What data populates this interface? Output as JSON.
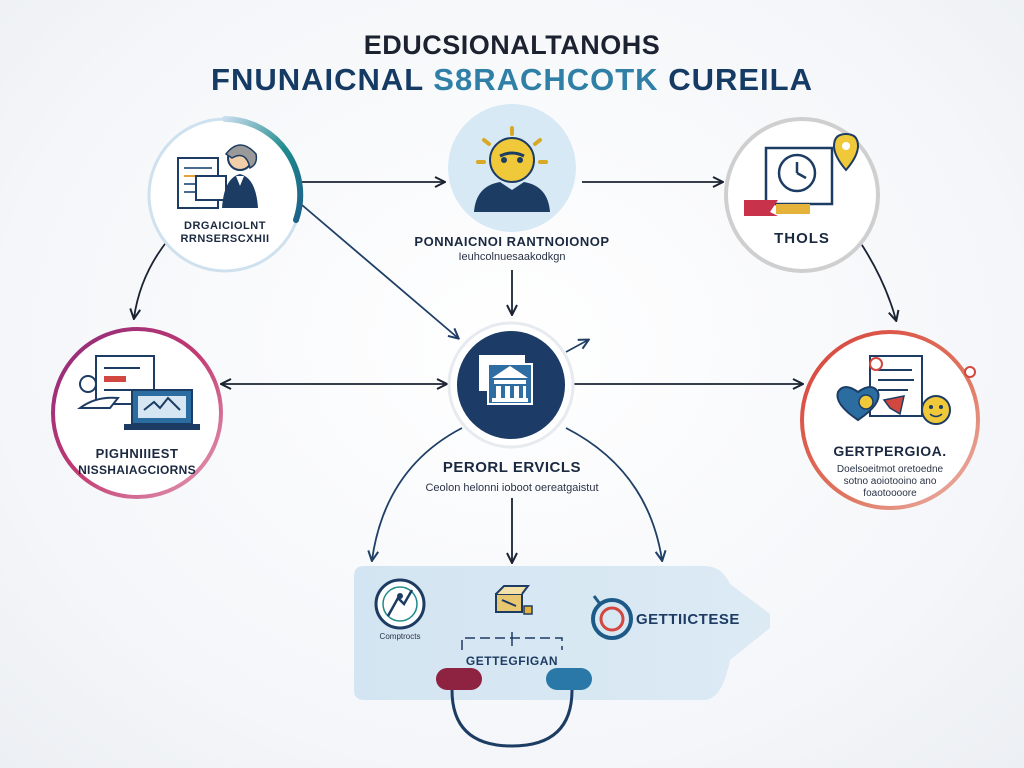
{
  "title": {
    "line1": "EDUCSIONALTANOHS",
    "line2_part1": "FNUNAICNAL ",
    "line2_part2": "S8RACHCOTK",
    "line2_part3": " CUREILA"
  },
  "colors": {
    "navy": "#163a66",
    "teal": "#1d8a8a",
    "magenta": "#b4367a",
    "red": "#d2473f",
    "grey": "#c9c9c9",
    "lightblue": "#d6e7f3"
  },
  "nodes": {
    "top_left": {
      "line1": "DRGAICIOLNT",
      "line2": "RRNSERSCXHII",
      "icon": "teacher-icon"
    },
    "top_center": {
      "line1": "PONNAICNOI RANTNOIONOP",
      "line2": "Ieuhcolnuesaakodkgn",
      "icon": "sun-mascot-icon"
    },
    "top_right": {
      "label": "THOLS",
      "icon": "clock-screen-icon"
    },
    "mid_left": {
      "line1": "PIGHNIIIEST",
      "line2": "NISSHAIAGCIORNS",
      "icon": "laptop-document-icon"
    },
    "center": {
      "line1": "PERORL ERVICLS",
      "line2": "Ceolon helonni ioboot oereatgaistut",
      "icon": "building-icon"
    },
    "mid_right": {
      "line1": "GERTPERGIOA.",
      "line2": "Doelsoeitmot oretoedne",
      "line3": "sotno aoiotooino ano",
      "line4": "foaotoooore",
      "icon": "heart-document-icon"
    }
  },
  "bottom_panel": {
    "small_label": "Comptrocts",
    "right_label": "GETTIICTESE",
    "bottom_label": "GETTEGFIGAN"
  }
}
